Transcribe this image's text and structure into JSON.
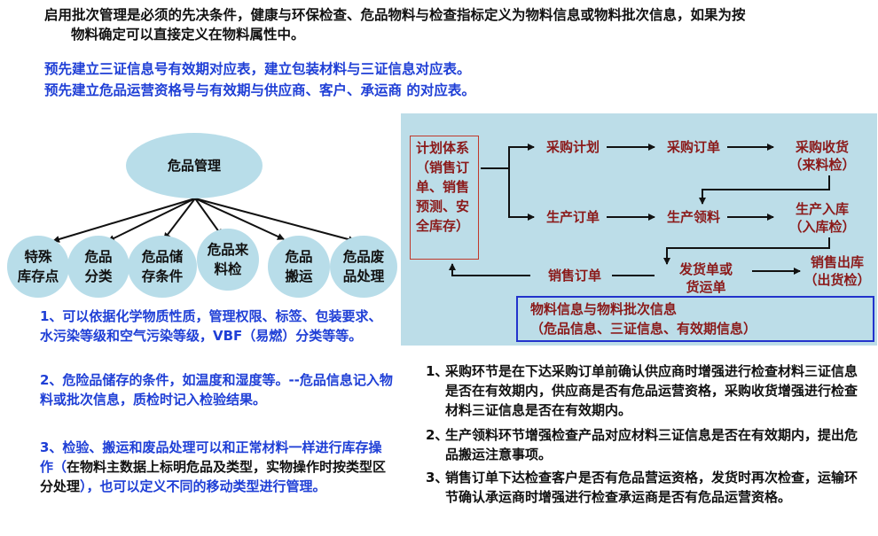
{
  "intro": {
    "line1": "启用批次管理是必须的先决条件，健康与环保检查、危品物料与检查指标定义为物料信息或物料批次信息，如果为按",
    "line2": "物料确定可以直接定义在物料属性中。"
  },
  "blue_notes": {
    "line1": "预先建立三证信息号有效期对应表，建立包装材料与三证信息对应表。",
    "line2": "预先建立危品运营资格号与有效期与供应商、客户、承运商  的对应表。"
  },
  "tree": {
    "root": "危品管理",
    "children": [
      {
        "line1": "特殊",
        "line2": "库存点"
      },
      {
        "line1": "危品",
        "line2": "分类"
      },
      {
        "line1": "危品储",
        "line2": "存条件"
      },
      {
        "line1": "危品来",
        "line2": "料检"
      },
      {
        "line1": "危品",
        "line2": "搬运"
      },
      {
        "line1": "危品废",
        "line2": "品处理"
      }
    ]
  },
  "left_notes": {
    "n1": "1、可以依据化学物质性质，管理权限、标签、包装要求、水污染等级和空气污染等级，VBF（易燃）分类等等。",
    "n2": "2、危险品储存的条件，如温度和湿度等。--危品信息记入物料或批次信息，质检时记入检验结果。",
    "n3a": "3、检验、搬运和废品处理可以和正常材料一样进行库存操作（",
    "n3b": "在物料主数据上标明危品及类型，实物操作时按类型区分处理",
    "n3c": "），也可以定义不同的移动类型进行管理。"
  },
  "flow": {
    "plan": "计划体系（销售订单、销售预测、安全库存）",
    "purchase_plan": "采购计划",
    "purchase_order": "采购订单",
    "purchase_receipt_1": "采购收货",
    "purchase_receipt_2": "（来料检）",
    "production_order": "生产订单",
    "production_issue": "生产领料",
    "production_receipt_1": "生产入库",
    "production_receipt_2": "（入库检）",
    "sales_order": "销售订单",
    "delivery_1": "发货单或",
    "delivery_2": "货运单",
    "sales_issue_1": "销售出库",
    "sales_issue_2": "（出货检）",
    "info_line1": "物料信息与物料批次信息",
    "info_line2": "（危品信息、三证信息、有效期信息）"
  },
  "right_notes": [
    {
      "num": "1、",
      "text": "采购环节是在下达采购订单前确认供应商时增强进行检查材料三证信息是否在有效期内，供应商是否有危品运营资格，采购收货增强进行检查材料三证信息是否在有效期内。"
    },
    {
      "num": "2、",
      "text": "生产领料环节增强检查产品对应材料三证信息是否在有效期内，提出危品搬运注意事项。"
    },
    {
      "num": "3、",
      "text": "销售订单下达检查客户是否有危品营运资格，发货时再次检查，运输环节确认承运商时增强进行检查承运商是否有危品运营资格。"
    }
  ],
  "colors": {
    "blue_text": "#1f3fd6",
    "flow_text": "#8b1a1a",
    "panel_bg": "#bcdde8",
    "ellipse_bg": "#b8dde9",
    "info_border": "#2233cc",
    "plan_border": "#c0392b"
  }
}
